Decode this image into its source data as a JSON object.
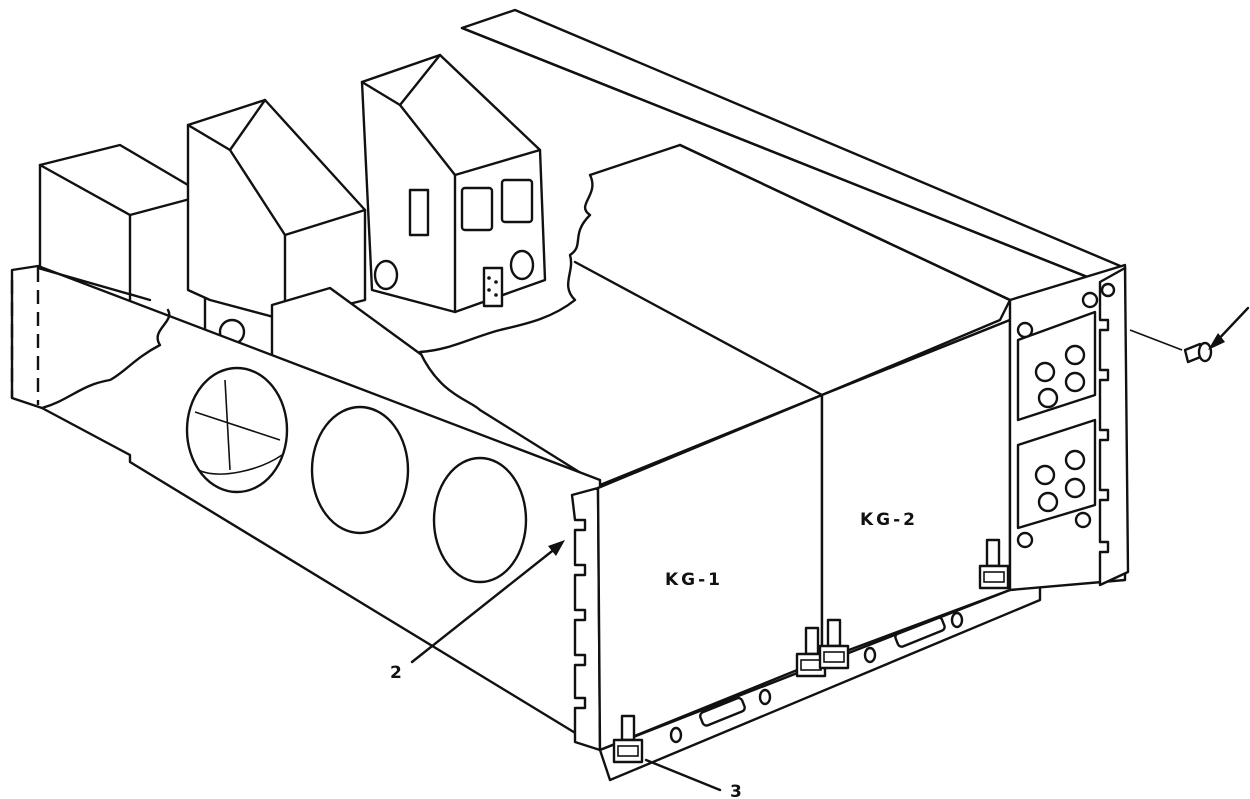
{
  "labels": {
    "panel_left": "KG-1",
    "panel_right": "KG-2"
  },
  "callouts": {
    "item_2": "2",
    "item_3": "3"
  }
}
